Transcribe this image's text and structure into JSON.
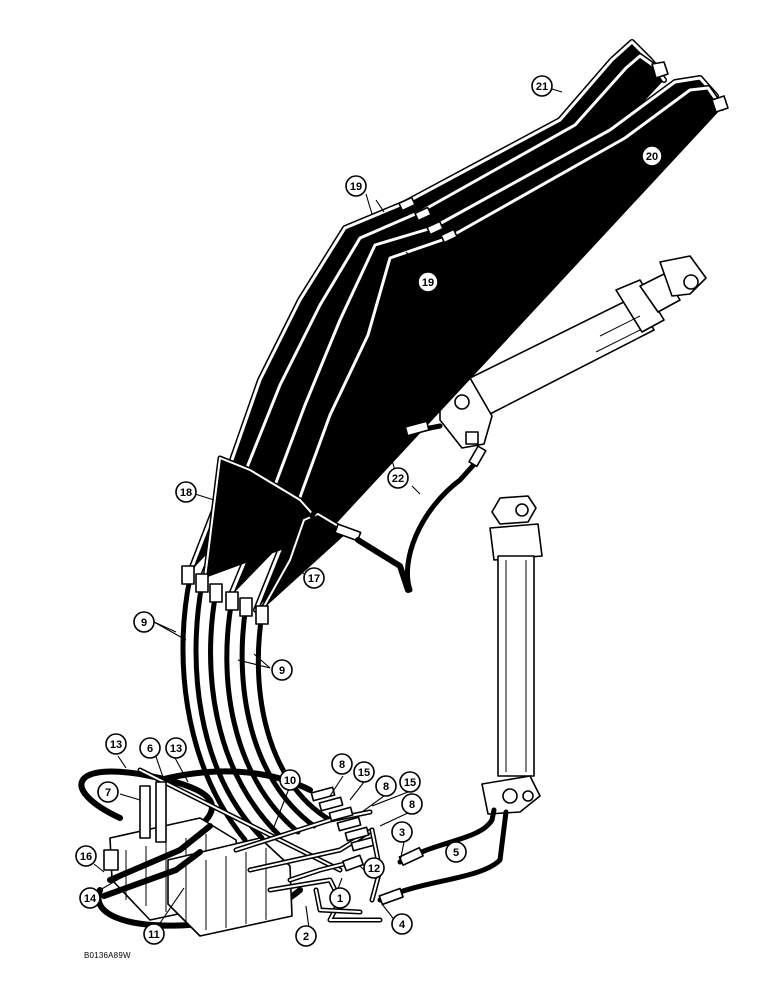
{
  "figure_code": "B0136A89W",
  "callouts": {
    "c1": "1",
    "c2": "2",
    "c3": "3",
    "c4": "4",
    "c5": "5",
    "c6": "6",
    "c7": "7",
    "c8a": "8",
    "c8b": "8",
    "c8c": "8",
    "c9a": "9",
    "c9b": "9",
    "c10": "10",
    "c11": "11",
    "c12": "12",
    "c13a": "13",
    "c13b": "13",
    "c14": "14",
    "c15a": "15",
    "c15b": "15",
    "c16": "16",
    "c17": "17",
    "c18": "18",
    "c19a": "19",
    "c19b": "19",
    "c20": "20",
    "c21": "21",
    "c22": "22"
  }
}
